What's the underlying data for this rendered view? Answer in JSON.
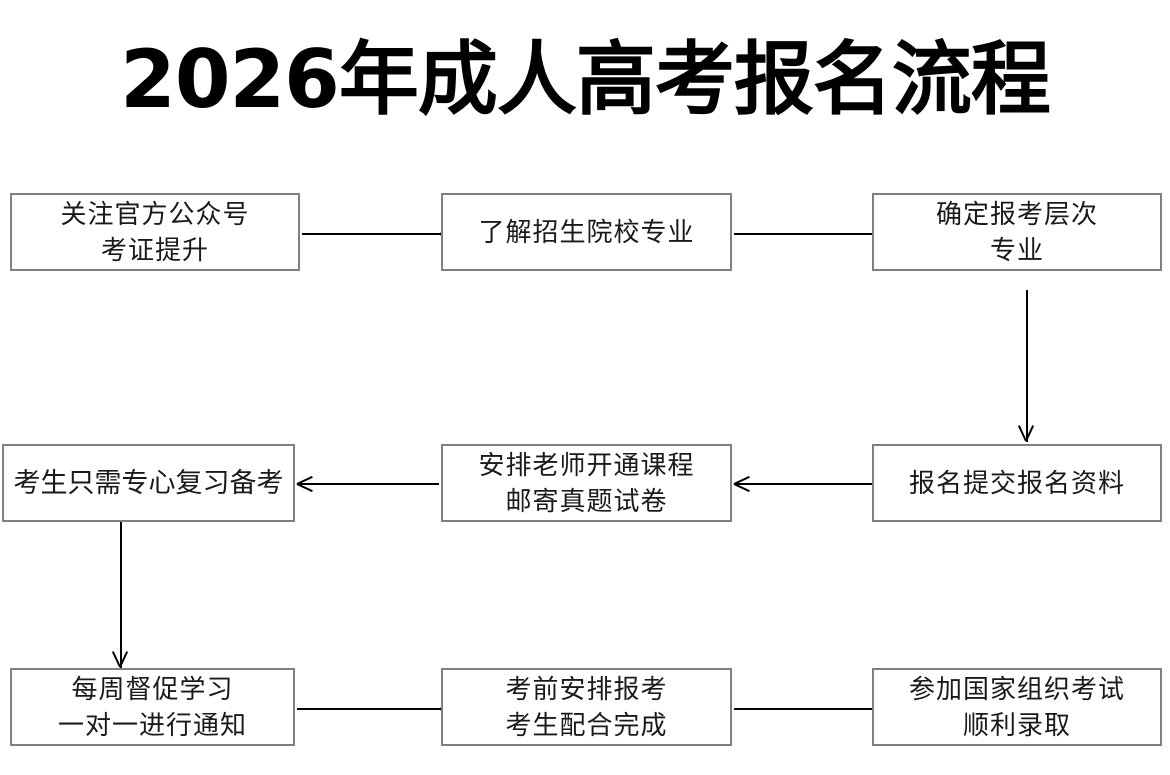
{
  "page": {
    "title": "2026年成人高考报名流程",
    "background_color": "#ffffff",
    "box_border_color": "#7f7f84",
    "arrow_color": "#000000",
    "text_color": "#1a1a1a"
  },
  "chart_data": {
    "type": "diagram",
    "diagram_kind": "flowchart",
    "title": "2026年成人高考报名流程",
    "flow_direction": "serpentine (left-to-right, down, right-to-left, down, left-to-right)",
    "nodes": [
      {
        "id": "n1",
        "label_lines": [
          "关注官方公众号",
          "考证提升"
        ],
        "row": 1,
        "col": 1
      },
      {
        "id": "n2",
        "label_lines": [
          "了解招生院校专业"
        ],
        "row": 1,
        "col": 2
      },
      {
        "id": "n3",
        "label_lines": [
          "确定报考层次",
          "专业"
        ],
        "row": 1,
        "col": 3
      },
      {
        "id": "n4",
        "label_lines": [
          "报名提交报名资料"
        ],
        "row": 2,
        "col": 3
      },
      {
        "id": "n5",
        "label_lines": [
          "安排老师开通课程",
          "邮寄真题试卷"
        ],
        "row": 2,
        "col": 2
      },
      {
        "id": "n6",
        "label_lines": [
          "考生只需专心复习备考"
        ],
        "row": 2,
        "col": 1
      },
      {
        "id": "n7",
        "label_lines": [
          "每周督促学习",
          "一对一进行通知"
        ],
        "row": 3,
        "col": 1
      },
      {
        "id": "n8",
        "label_lines": [
          "考前安排报考",
          "考生配合完成"
        ],
        "row": 3,
        "col": 2
      },
      {
        "id": "n9",
        "label_lines": [
          "参加国家组织考试",
          "顺利录取"
        ],
        "row": 3,
        "col": 3
      }
    ],
    "edges": [
      {
        "from": "n1",
        "to": "n2",
        "direction": "right"
      },
      {
        "from": "n2",
        "to": "n3",
        "direction": "right"
      },
      {
        "from": "n3",
        "to": "n4",
        "direction": "down"
      },
      {
        "from": "n4",
        "to": "n5",
        "direction": "left"
      },
      {
        "from": "n5",
        "to": "n6",
        "direction": "left"
      },
      {
        "from": "n6",
        "to": "n7",
        "direction": "down"
      },
      {
        "from": "n7",
        "to": "n8",
        "direction": "right"
      },
      {
        "from": "n8",
        "to": "n9",
        "direction": "right"
      }
    ]
  },
  "nodes": {
    "n1": {
      "l1": "关注官方公众号",
      "l2": "考证提升"
    },
    "n2": {
      "l1": "了解招生院校专业"
    },
    "n3": {
      "l1": "确定报考层次",
      "l2": "专业"
    },
    "n4": {
      "l1": "报名提交报名资料"
    },
    "n5": {
      "l1": "安排老师开通课程",
      "l2": "邮寄真题试卷"
    },
    "n6": {
      "l1": "考生只需专心复习备考"
    },
    "n7": {
      "l1": "每周督促学习",
      "l2": "一对一进行通知"
    },
    "n8": {
      "l1": "考前安排报考",
      "l2": "考生配合完成"
    },
    "n9": {
      "l1": "参加国家组织考试",
      "l2": "顺利录取"
    }
  }
}
